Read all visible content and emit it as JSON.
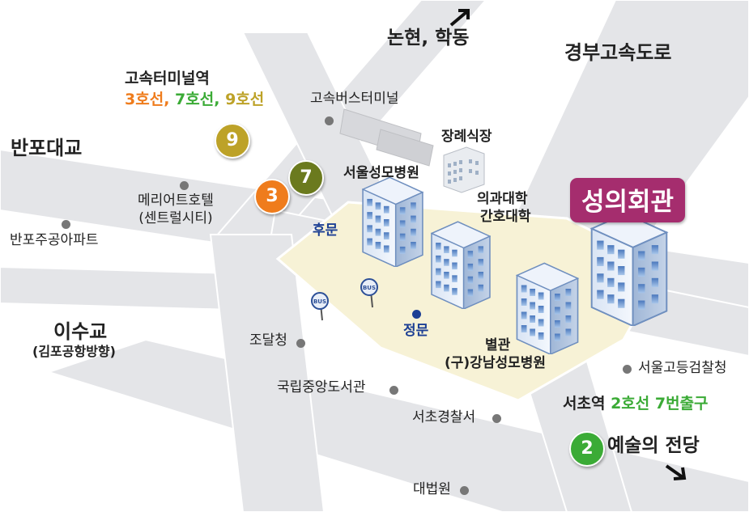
{
  "places": {
    "nonhyeon": "논현, 학동",
    "expressway": "경부고속도로",
    "terminal_station": "고속터미널역",
    "line3": "3호선",
    "line7": "7호선",
    "line9": "9호선",
    "sep": ", ",
    "banpo_bridge": "반포대교",
    "bus_terminal": "고속버스터미널",
    "funeral": "장례식장",
    "seoul_st_mary": "서울성모병원",
    "medical_college_1": "의과대학",
    "medical_college_2": "간호대학",
    "marriott_1": "메리어트호텔",
    "marriott_2": "(센트럴시티)",
    "banpo_apt": "반포주공아파트",
    "back_gate": "후문",
    "main_gate": "정문",
    "isu_bridge": "이수교",
    "isu_sub": "(김포공항방향)",
    "jodalcheong": "조달청",
    "annex_1": "별관",
    "annex_2": "(구)강남성모병원",
    "high_prosecutor": "서울고등검찰청",
    "national_library": "국립중앙도서관",
    "seocho_police": "서초경찰서",
    "seocho_station": "서초역",
    "line2_exit": "2호선 7번출구",
    "arts_center": "예술의 전당",
    "supreme_court": "대법원",
    "venue": "성의회관"
  },
  "lines": {
    "l2": "2",
    "l3": "3",
    "l7": "7",
    "l9": "9"
  },
  "bus_sign": "BUS",
  "colors": {
    "line2": "#3bab36",
    "line3": "#ef7c1c",
    "line7": "#6b7a1e",
    "line9": "#bda228",
    "venue": "#a52d6e",
    "main_gate": "#1c3f94",
    "road": "#e6e6e8",
    "campus": "#f7f2d6"
  },
  "icons": [
    "arrow-northeast-icon",
    "arrow-southeast-icon",
    "bus-stop-icon",
    "building-icon"
  ]
}
